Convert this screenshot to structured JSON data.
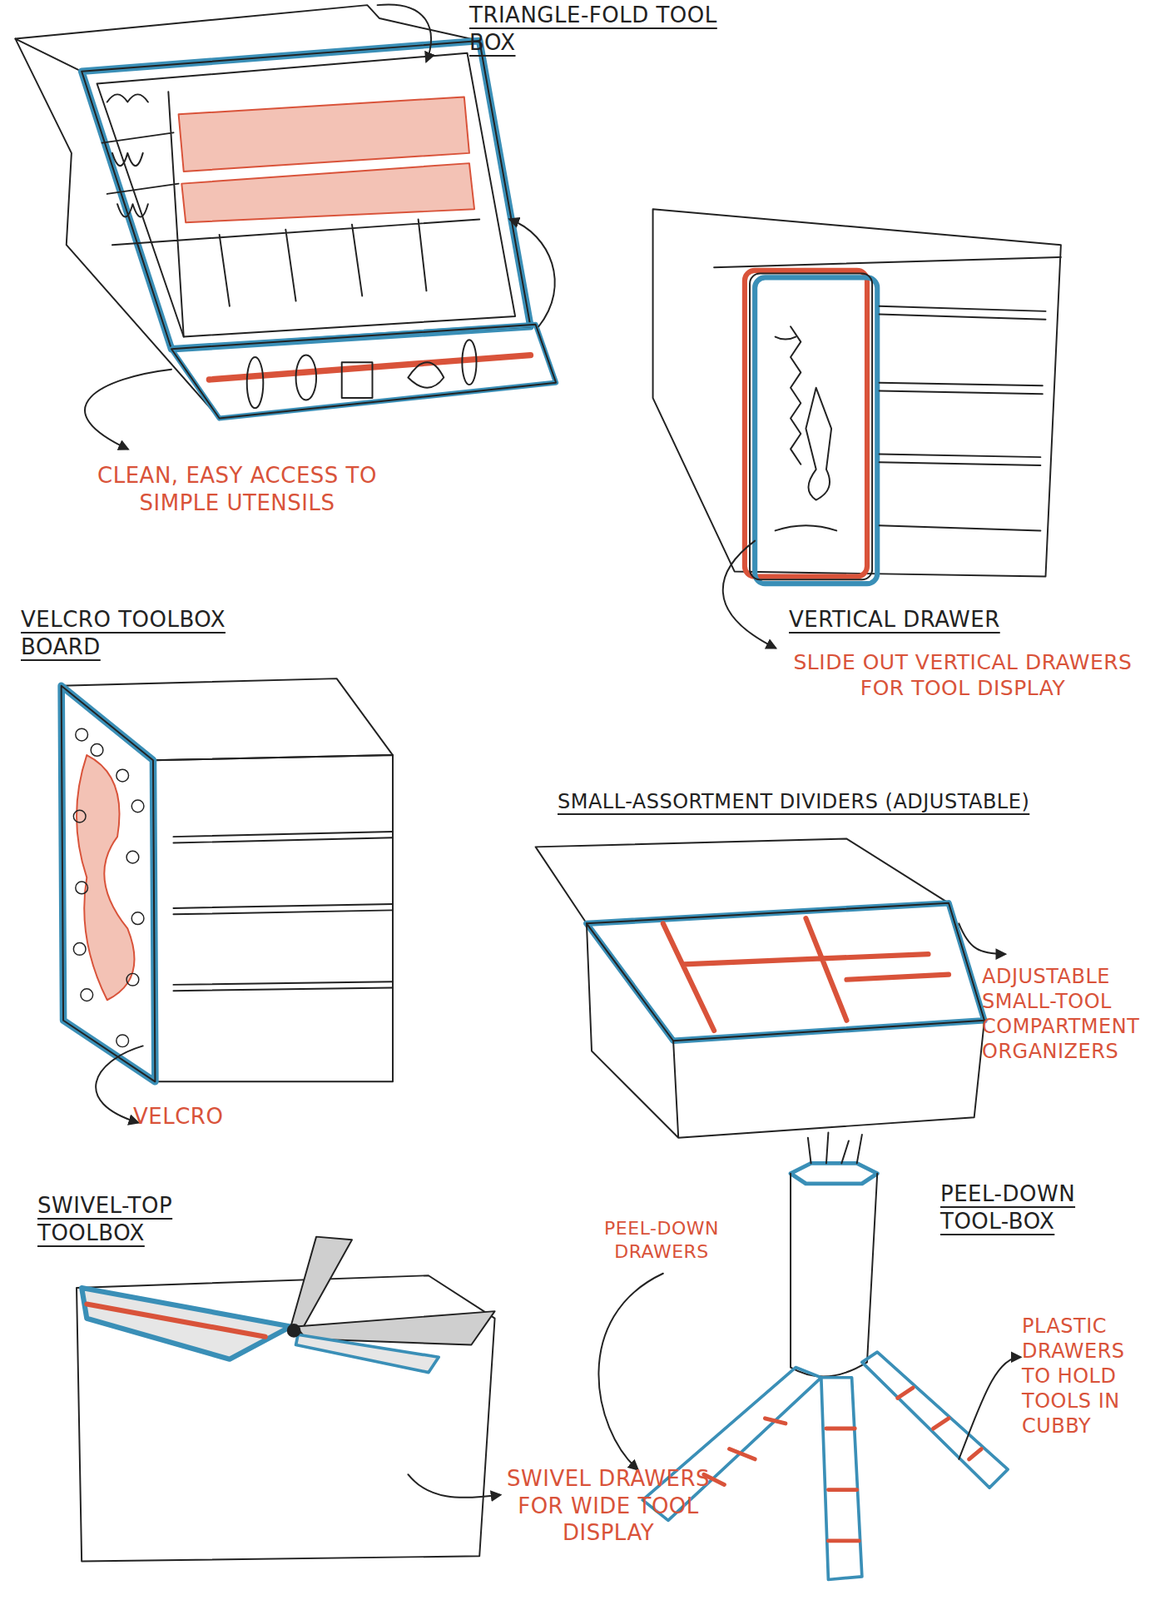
{
  "diagram": {
    "labels": [
      "TRIANGLE-FOLD TOOL BOX",
      "CLEAN, EASY ACCESS TO SIMPLE UTENSILS",
      "VERTICAL DRAWER",
      "SLIDE OUT VERTICAL DRAWERS FOR TOOL DISPLAY",
      "VELCRO TOOLBOX BOARD",
      "VELCRO",
      "SMALL-ASSORTMENT DIVIDERS (ADJUSTABLE)",
      "ADJUSTABLE SMALL-TOOL COMPARTMENT ORGANIZERS",
      "SWIVEL-TOP TOOLBOX",
      "PEEL-DOWN TOOL-BOX",
      "PEEL-DOWN DRAWERS",
      "PLASTIC DRAWERS TO HOLD TOOLS IN CUBBY",
      "SWIVEL DRAWERS FOR WIDE TOOL DISPLAY"
    ]
  }
}
